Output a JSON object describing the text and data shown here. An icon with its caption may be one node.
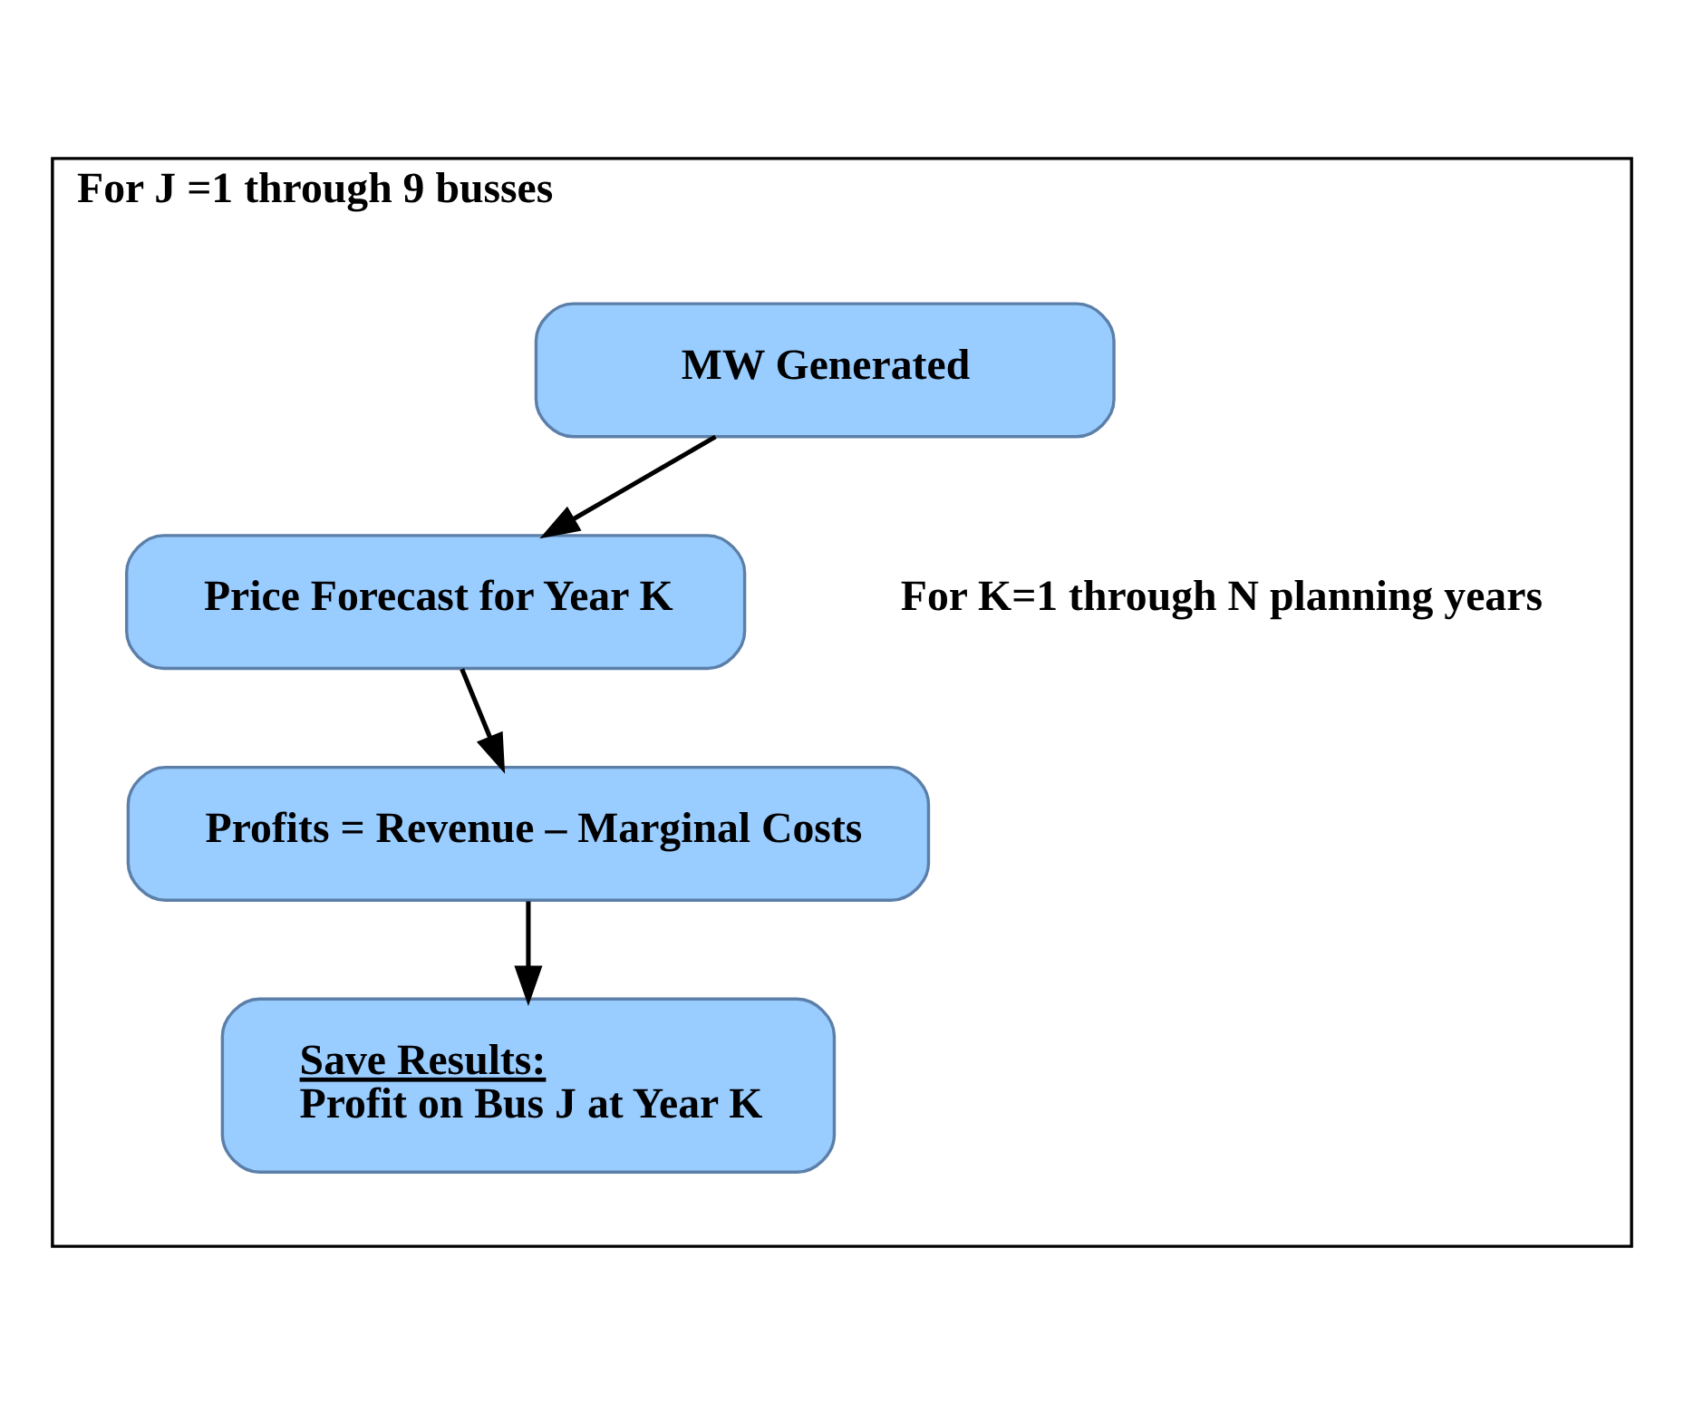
{
  "diagram": {
    "nodes": [
      {
        "text": [
          "For J =1 through 9 busses"
        ]
      },
      {
        "text": [
          "MW Generated"
        ],
        "in": 0
      },
      {
        "text": [
          "Price Forecast for Year K"
        ],
        "in": 0
      },
      {
        "text": [
          "Profits = Revenue – Marginal Costs"
        ],
        "in": 0
      },
      {
        "text": [
          "Save Results:",
          "Profit on Bus J at Year K"
        ],
        "in": 0
      }
    ],
    "edges": [
      {
        "from": 1,
        "to": 2,
        "arrow": "to"
      },
      {
        "from": 2,
        "to": 3,
        "arrow": "to"
      },
      {
        "from": 3,
        "to": 4,
        "arrow": "to"
      }
    ],
    "labels": [
      "For K=1 through N planning years"
    ]
  }
}
